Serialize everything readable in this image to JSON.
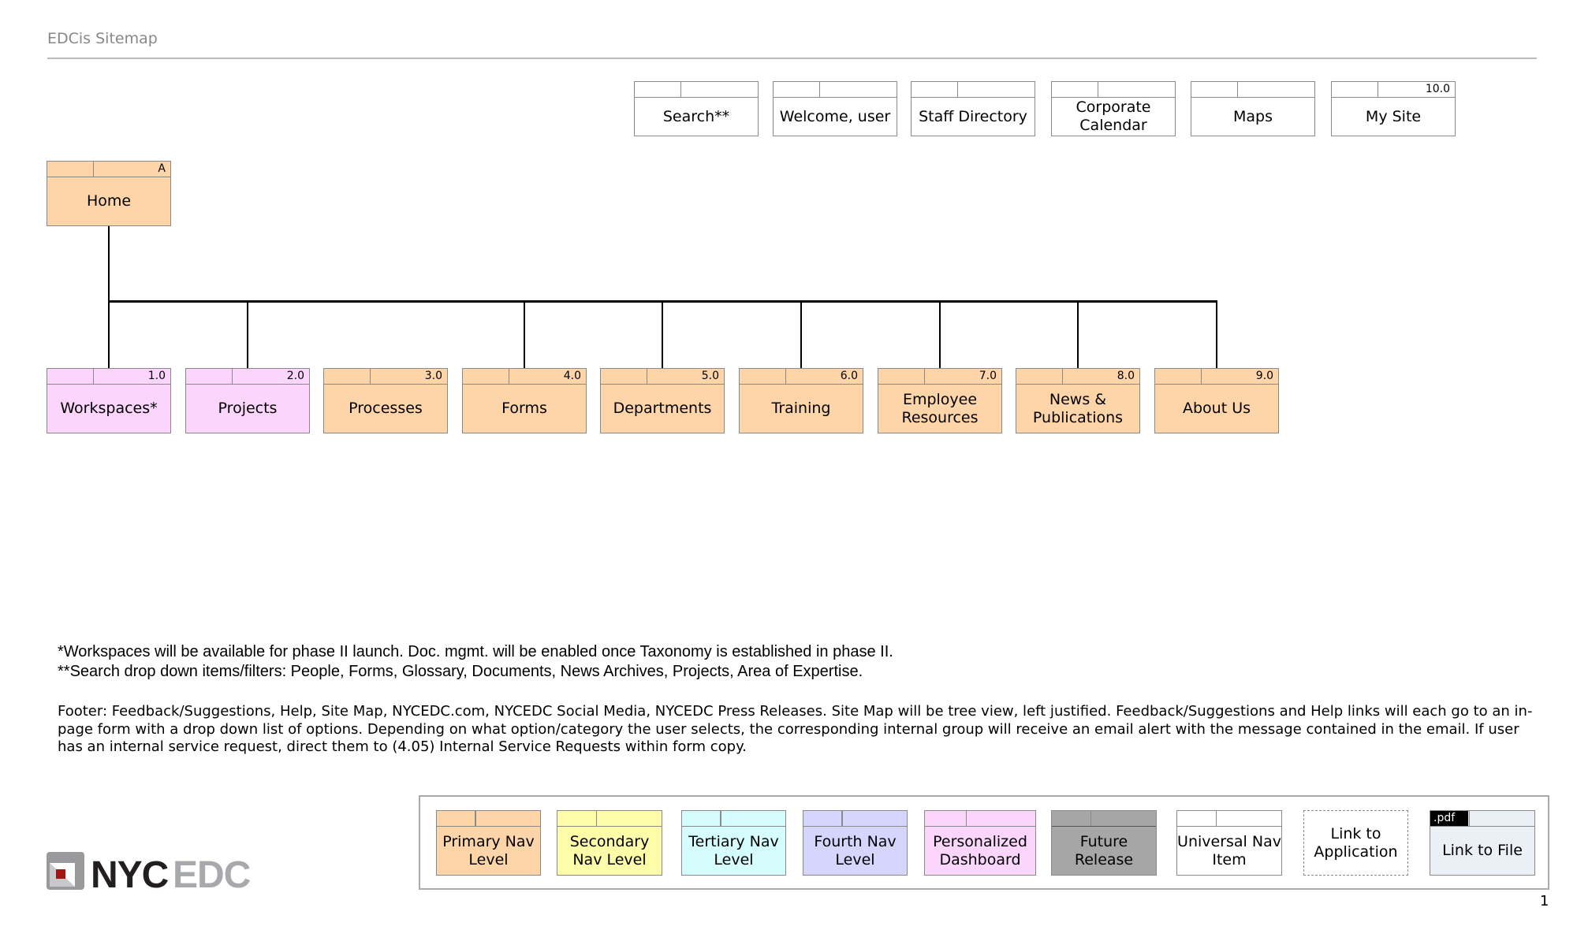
{
  "title": "EDCis Sitemap",
  "colors": {
    "primary": "#fdd5a8",
    "personalized": "#fbd5fb",
    "secondary": "#fdfca8",
    "tertiary": "#d5fdfd",
    "fourth": "#d5d5fd",
    "future": "#a6a6a6",
    "universal": "#ffffff",
    "file": "#ebeff6"
  },
  "universal_nav": [
    {
      "label": "Search**",
      "num": ""
    },
    {
      "label": "Welcome, user",
      "num": ""
    },
    {
      "label": "Staff Directory",
      "num": ""
    },
    {
      "label": "Corporate Calendar",
      "num": ""
    },
    {
      "label": "Maps",
      "num": ""
    },
    {
      "label": "My Site",
      "num": "10.0"
    }
  ],
  "home": {
    "label": "Home",
    "num": "A",
    "type": "primary"
  },
  "primary_nav": [
    {
      "label": "Workspaces*",
      "num": "1.0",
      "type": "personalized",
      "connected": true
    },
    {
      "label": "Projects",
      "num": "2.0",
      "type": "personalized",
      "connected": true
    },
    {
      "label": "Processes",
      "num": "3.0",
      "type": "primary",
      "connected": false
    },
    {
      "label": "Forms",
      "num": "4.0",
      "type": "primary",
      "connected": true
    },
    {
      "label": "Departments",
      "num": "5.0",
      "type": "primary",
      "connected": true
    },
    {
      "label": "Training",
      "num": "6.0",
      "type": "primary",
      "connected": true
    },
    {
      "label": "Employee Resources",
      "num": "7.0",
      "type": "primary",
      "connected": true
    },
    {
      "label": "News & Publications",
      "num": "8.0",
      "type": "primary",
      "connected": true
    },
    {
      "label": "About Us",
      "num": "9.0",
      "type": "primary",
      "connected": true
    }
  ],
  "notes": [
    "*Workspaces will be available for phase II launch. Doc. mgmt. will be enabled once Taxonomy is established in phase II.",
    "**Search drop down items/filters: People, Forms, Glossary, Documents, News Archives, Projects, Area of Expertise."
  ],
  "footer_text": "Footer: Feedback/Suggestions, Help, Site Map, NYCEDC.com, NYCEDC Social Media, NYCEDC Press Releases. Site Map will be tree view, left justified. Feedback/Suggestions and Help links will each go to an in-page form with a drop down list of options. Depending on what option/category the user selects, the corresponding internal group will receive an email alert with the message contained in the email. If user has an internal service request, direct them to (4.05) Internal Service Requests within form copy.",
  "legend": [
    {
      "label": "Primary Nav Level",
      "type": "primary"
    },
    {
      "label": "Secondary Nav Level",
      "type": "secondary"
    },
    {
      "label": "Tertiary Nav Level",
      "type": "tertiary"
    },
    {
      "label": "Fourth Nav Level",
      "type": "fourth"
    },
    {
      "label": "Personalized Dashboard",
      "type": "personalized"
    },
    {
      "label": "Future Release",
      "type": "future"
    },
    {
      "label": "Universal Nav Item",
      "type": "universal"
    },
    {
      "label": "Link to Application",
      "type": "dashed"
    },
    {
      "label": "Link to File",
      "type": "file",
      "tag": ".pdf"
    }
  ],
  "logo": {
    "text_dark": "NYC",
    "text_light": "EDC"
  },
  "page_number": "1"
}
